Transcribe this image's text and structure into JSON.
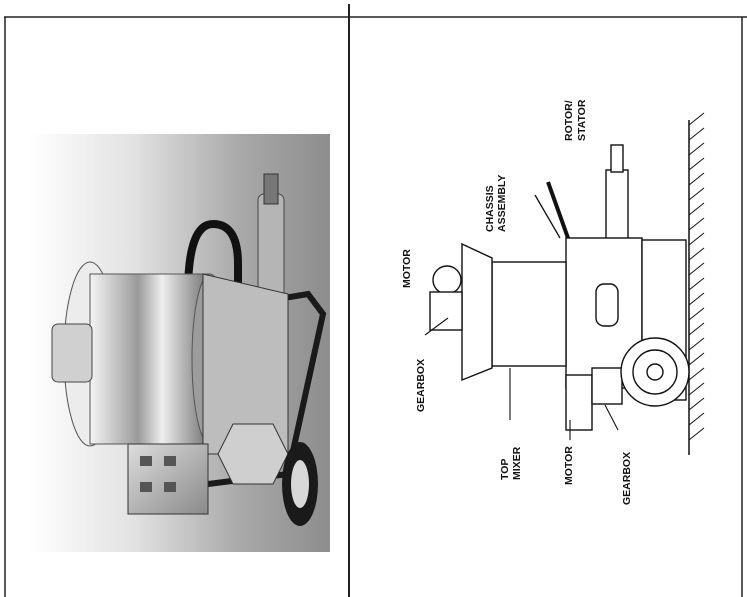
{
  "diagram": {
    "labels": {
      "motor_top": "MOTOR",
      "chassis_line1": "CHASSIS",
      "chassis_line2": "ASSEMBLY",
      "rotor_line1": "ROTOR/",
      "rotor_line2": "STATOR",
      "gearbox_top": "GEARBOX",
      "top_mixer_line1": "TOP",
      "top_mixer_line2": "MIXER",
      "motor_bottom": "MOTOR",
      "gearbox_bottom": "GEARBOX"
    }
  },
  "colors": {
    "border": "#222222",
    "ink": "#111111",
    "steel": "#c8c8c8"
  }
}
